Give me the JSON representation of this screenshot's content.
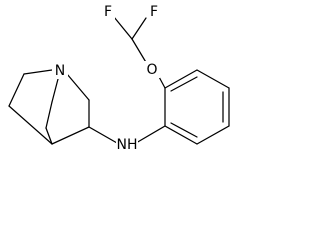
{
  "molecule": {
    "atoms": {
      "F1": "F",
      "F2": "F",
      "O": "O",
      "N_ring": "N",
      "NH": "NH"
    }
  }
}
